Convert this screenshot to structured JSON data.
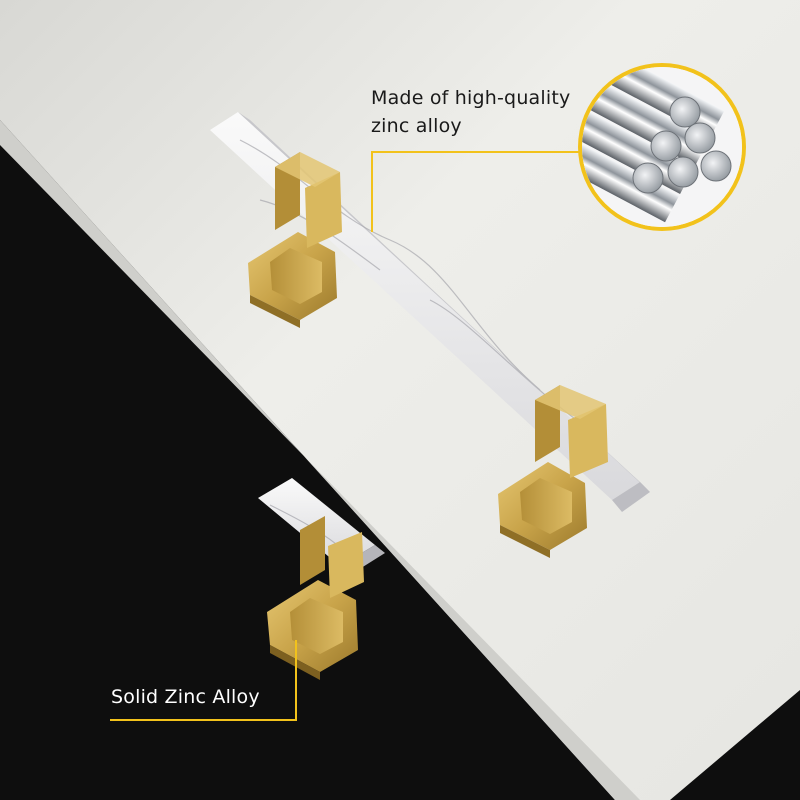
{
  "callouts": {
    "top": {
      "line1": "Made of high-quality",
      "line2": "zinc alloy"
    },
    "bottom": {
      "text": "Solid Zinc Alloy"
    }
  },
  "colors": {
    "background_dark": "#0e0e0e",
    "surface_light": "#e9e9e5",
    "accent_gold": "#f2c21b",
    "brass": "#c9a64a",
    "marble": "#eeeeec"
  },
  "objects": {
    "cabinet_pull": "marble-bar-handle",
    "cabinet_knob": "marble-bar-knob",
    "detail_inset": "chrome-rods-closeup"
  }
}
